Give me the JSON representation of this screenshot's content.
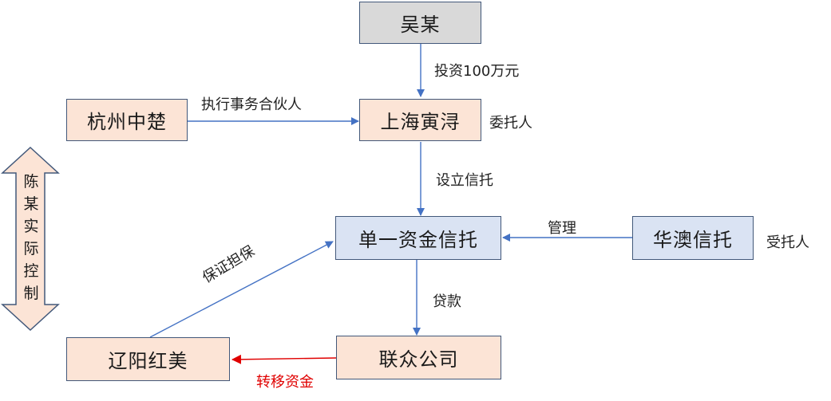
{
  "nodes": {
    "wu": "吴某",
    "hangzhou": "杭州中楚",
    "shanghai": "上海寅浔",
    "trust": "单一资金信托",
    "huaao": "华澳信托",
    "liaoyang": "辽阳红美",
    "lianzhong": "联众公司"
  },
  "edges": {
    "invest": "投资100万元",
    "partner": "执行事务合伙人",
    "set_trust": "设立信托",
    "manage": "管理",
    "loan": "贷款",
    "guarantee": "保证担保",
    "transfer": "转移资金"
  },
  "roles": {
    "settlor": "委托人",
    "trustee": "受托人"
  },
  "control": "陈某实际控制",
  "colors": {
    "arrow": "#4472c4",
    "transfer_arrow": "#e00000",
    "gray_box": "#d9d9d9",
    "peach_box": "#fce4d6",
    "blue_box": "#dae3f3"
  }
}
